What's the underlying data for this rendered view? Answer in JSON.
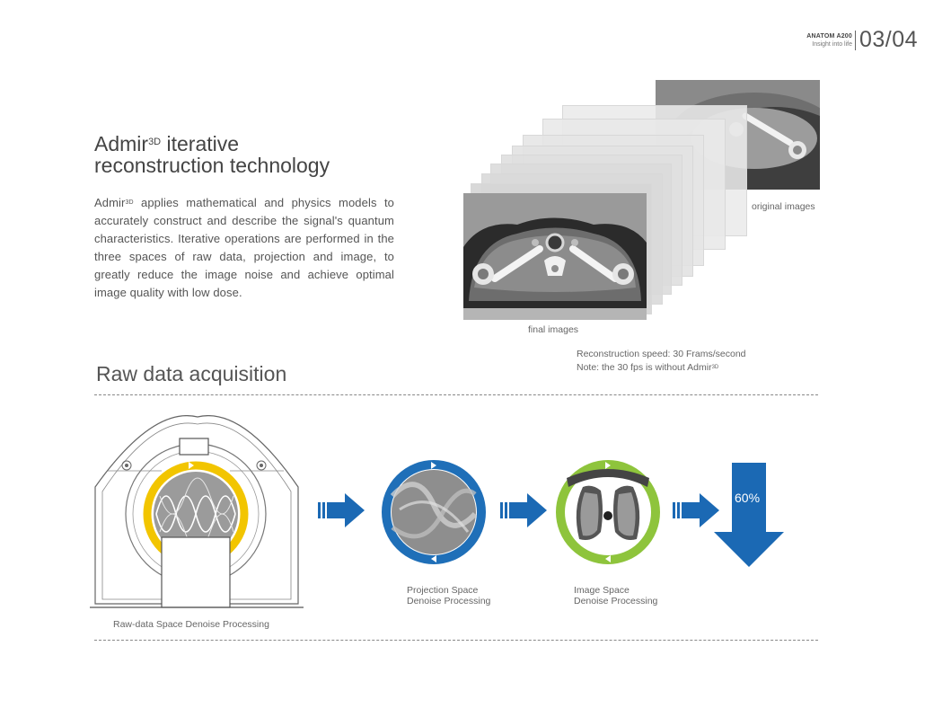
{
  "header": {
    "brand": "ANATOM A200",
    "tagline": "Insight into life",
    "page": "03/04"
  },
  "intro": {
    "title_prefix": "Admir",
    "title_sup": "3D",
    "title_line1_suffix": " iterative",
    "title_line2": "reconstruction technology",
    "para_prefix": "Admir",
    "para_sup": "3D",
    "para_text": " applies mathematical and physics models to accurately construct and describe the signal's quantum characteristics. Iterative operations are performed in the three spaces of raw data, projection and image, to greatly reduce the image noise and achieve optimal image quality with low dose."
  },
  "slices": {
    "original_label": "original images",
    "final_label": "final images",
    "speed_line1": "Reconstruction speed: 30 Frams/second",
    "note_prefix": "Note: the 30 fps is without Admir",
    "note_sup": "3D"
  },
  "section": {
    "title": "Raw data acquisition"
  },
  "pipeline": {
    "raw_label": "Raw-data Space Denoise Processing",
    "projection_label_1": "Projection Space",
    "projection_label_2": "Denoise Processing",
    "image_label_1": "Image Space",
    "image_label_2": "Denoise Processing",
    "reduction": "60%"
  },
  "colors": {
    "blue": "#1f6fb8",
    "arrow_blue": "#1b69b4",
    "yellow": "#f2c500",
    "green": "#8ec43c"
  }
}
